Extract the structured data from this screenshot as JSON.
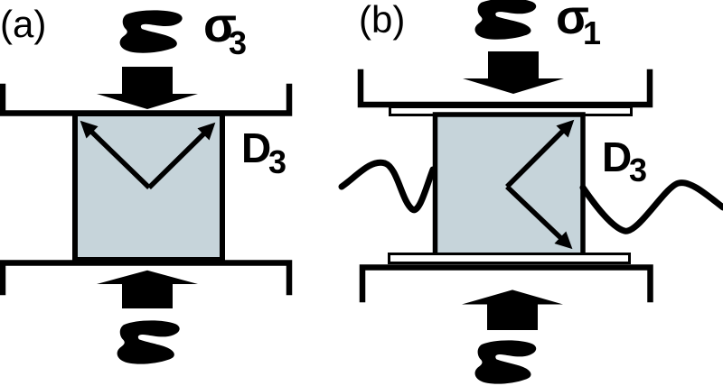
{
  "figure": {
    "background_color": "#ffffff",
    "ink_color": "#000000",
    "sample_fill_color": "#c6d4da",
    "panel_a": {
      "label": "(a)",
      "stress": {
        "symbol": "σ",
        "subscript": "3"
      },
      "dimension": {
        "symbol": "D",
        "subscript": "3"
      }
    },
    "panel_b": {
      "label": "(b)",
      "stress": {
        "symbol": "σ",
        "subscript": "1"
      },
      "dimension": {
        "symbol": "D",
        "subscript": "3"
      }
    },
    "icons": {
      "squiggle_icon": "thick zigzag blob = dynamic/cyclic load",
      "block_arrow_icon": "solid block arrow = applied compression",
      "ray_arrow_icon": "thin arrow = elastic wave path inside sample",
      "wave_curve_icon": "sinusoidal curve = transmitted shear wave"
    }
  }
}
